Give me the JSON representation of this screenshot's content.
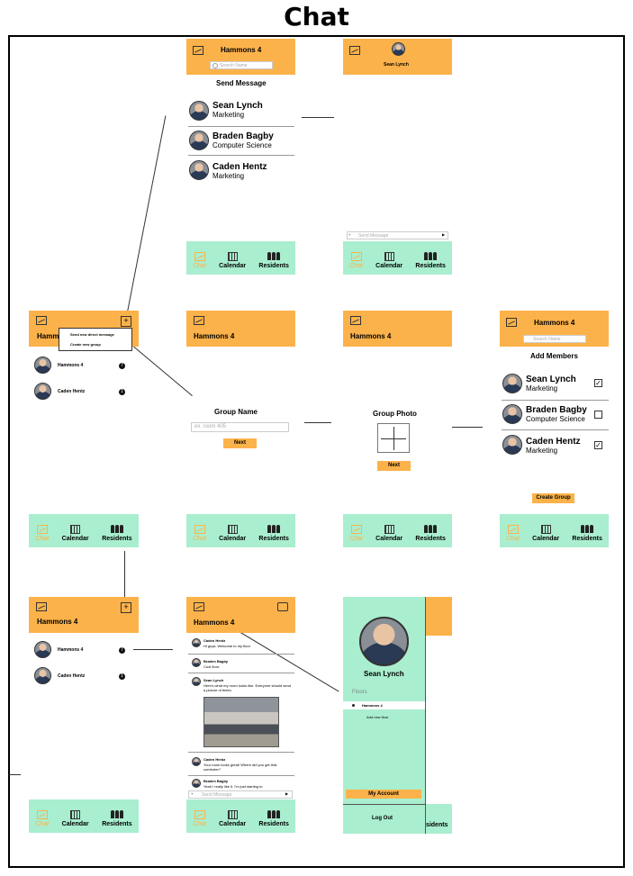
{
  "page_title": "Chat",
  "common": {
    "group_name": "Hammons 4",
    "search_placeholder": "Search Name",
    "nav": {
      "chat": "Chat",
      "calendar": "Calendar",
      "residents": "Residents"
    }
  },
  "send_message_screen": {
    "heading": "Send Message",
    "contacts": [
      {
        "name": "Sean Lynch",
        "dept": "Marketing"
      },
      {
        "name": "Braden Bagby",
        "dept": "Computer Science"
      },
      {
        "name": "Caden Hentz",
        "dept": "Marketing"
      }
    ]
  },
  "direct_message_screen": {
    "contact_name": "Sean Lynch",
    "input_placeholder": "Send Message"
  },
  "chat_list_screen": {
    "menu_items": [
      "Send new direct message",
      "Create new group"
    ],
    "chats": [
      {
        "name": "Hammons 4",
        "badge": "7"
      },
      {
        "name": "Caden Hentz",
        "badge": "1"
      }
    ]
  },
  "group_name_screen": {
    "label": "Group Name",
    "placeholder": "ex. room 405",
    "next": "Next"
  },
  "group_photo_screen": {
    "label": "Group Photo",
    "next": "Next"
  },
  "add_members_screen": {
    "heading": "Add Members",
    "members": [
      {
        "name": "Sean Lynch",
        "dept": "Marketing",
        "checked": true
      },
      {
        "name": "Braden Bagby",
        "dept": "Computer Science",
        "checked": false
      },
      {
        "name": "Caden Hentz",
        "dept": "Marketing",
        "checked": true
      }
    ],
    "create": "Create Group"
  },
  "group_chat_screen": {
    "messages": [
      {
        "sender": "Caden Hentz",
        "text": "Hi guys. Welcome to my floor."
      },
      {
        "sender": "Braden Bagby",
        "text": "Cool floor."
      },
      {
        "sender": "Sean Lynch",
        "text": "Here's what my room looks like. Everyone should send a picture of theirs."
      },
      {
        "sender": "Caden Hentz",
        "text": "Your room looks great! Where did you get that comforter?"
      },
      {
        "sender": "Braden Bagby",
        "text": "Yeah I really like it. I'm just starting to"
      }
    ],
    "input_placeholder": "Send Message"
  },
  "profile_screen": {
    "name": "Sean Lynch",
    "floors_label": "Floors",
    "floor": "Hammons 4",
    "add_floor": "Add new floor",
    "my_account": "My Account",
    "log_out": "Log Out"
  },
  "colors": {
    "header": "#fcb24a",
    "nav": "#a9eecf"
  }
}
